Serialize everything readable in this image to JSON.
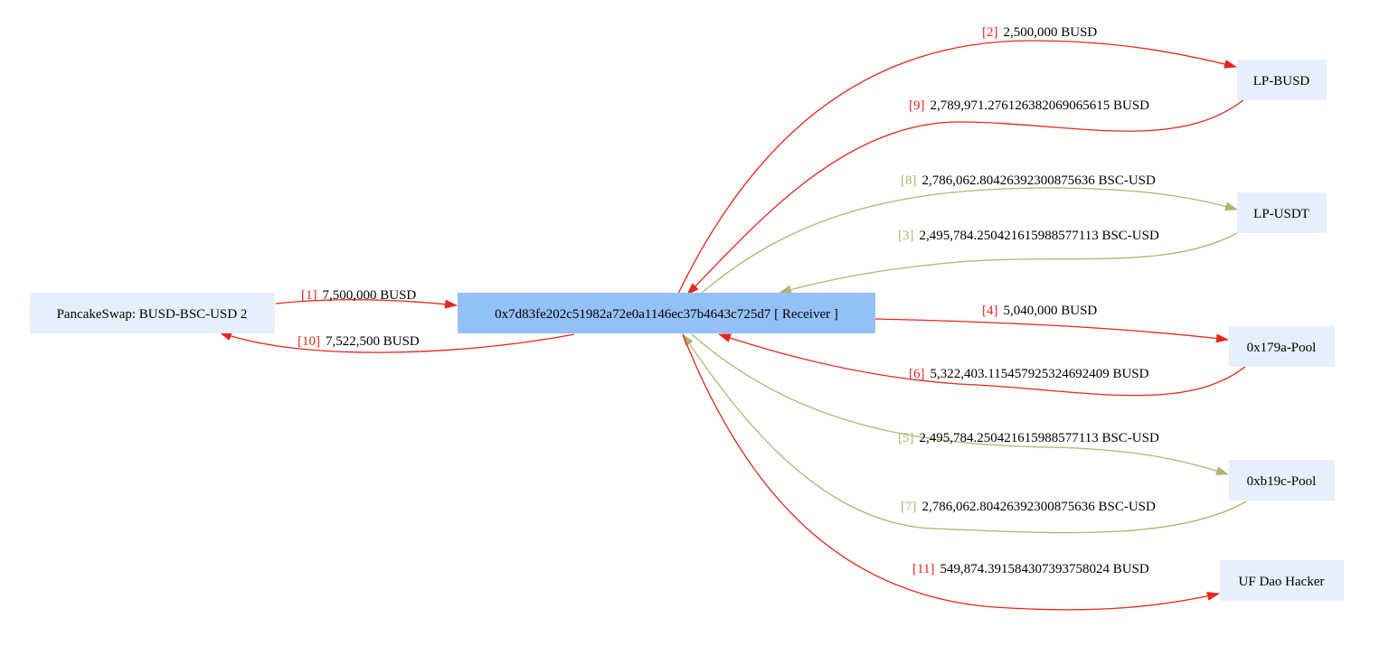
{
  "colors": {
    "busd": "#e8261e",
    "bscusd": "#b5b370",
    "node_fill": "#e6effc",
    "center_fill": "#94c1f5"
  },
  "nodes": {
    "pancakeswap": "PancakeSwap: BUSD-BSC-USD 2",
    "receiver": "0x7d83fe202c51982a72e0a1146ec37b4643c725d7 [ Receiver ]",
    "lp_busd": "LP-BUSD",
    "lp_usdt": "LP-USDT",
    "pool_179a": "0x179a-Pool",
    "pool_b19c": "0xb19c-Pool",
    "hacker": "UF Dao Hacker"
  },
  "edges": [
    {
      "step": "[1]",
      "amount": "7,500,000 BUSD",
      "token": "busd"
    },
    {
      "step": "[10]",
      "amount": "7,522,500 BUSD",
      "token": "busd"
    },
    {
      "step": "[2]",
      "amount": "2,500,000 BUSD",
      "token": "busd"
    },
    {
      "step": "[9]",
      "amount": "2,789,971.276126382069065615 BUSD",
      "token": "busd"
    },
    {
      "step": "[8]",
      "amount": "2,786,062.80426392300875636 BSC-USD",
      "token": "bscusd"
    },
    {
      "step": "[3]",
      "amount": "2,495,784.250421615988577113 BSC-USD",
      "token": "bscusd"
    },
    {
      "step": "[4]",
      "amount": "5,040,000 BUSD",
      "token": "busd"
    },
    {
      "step": "[6]",
      "amount": "5,322,403.115457925324692409 BUSD",
      "token": "busd"
    },
    {
      "step": "[5]",
      "amount": "2,495,784.250421615988577113 BSC-USD",
      "token": "bscusd"
    },
    {
      "step": "[7]",
      "amount": "2,786,062.80426392300875636 BSC-USD",
      "token": "bscusd"
    },
    {
      "step": "[11]",
      "amount": "549,874.391584307393758024 BUSD",
      "token": "busd"
    }
  ]
}
